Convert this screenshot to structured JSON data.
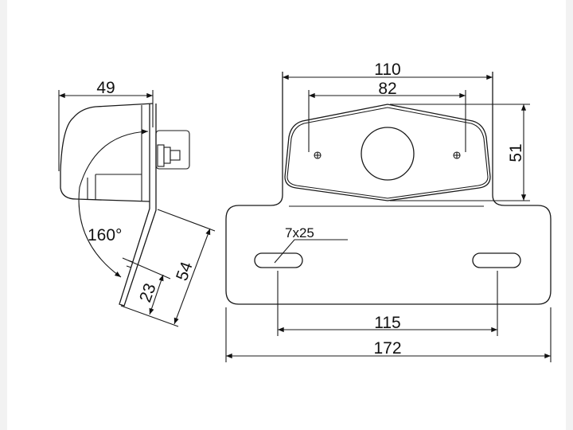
{
  "drawing": {
    "side_view": {
      "width_dim": "49",
      "angle_dim": "160°",
      "short_dim": "23",
      "long_dim": "54"
    },
    "front_view": {
      "lamp_width_dim": "110",
      "hole_spacing_dim": "82",
      "lamp_height_dim": "51",
      "slot_size_label": "7x25",
      "slot_spacing_dim": "115",
      "plate_width_dim": "172"
    }
  }
}
